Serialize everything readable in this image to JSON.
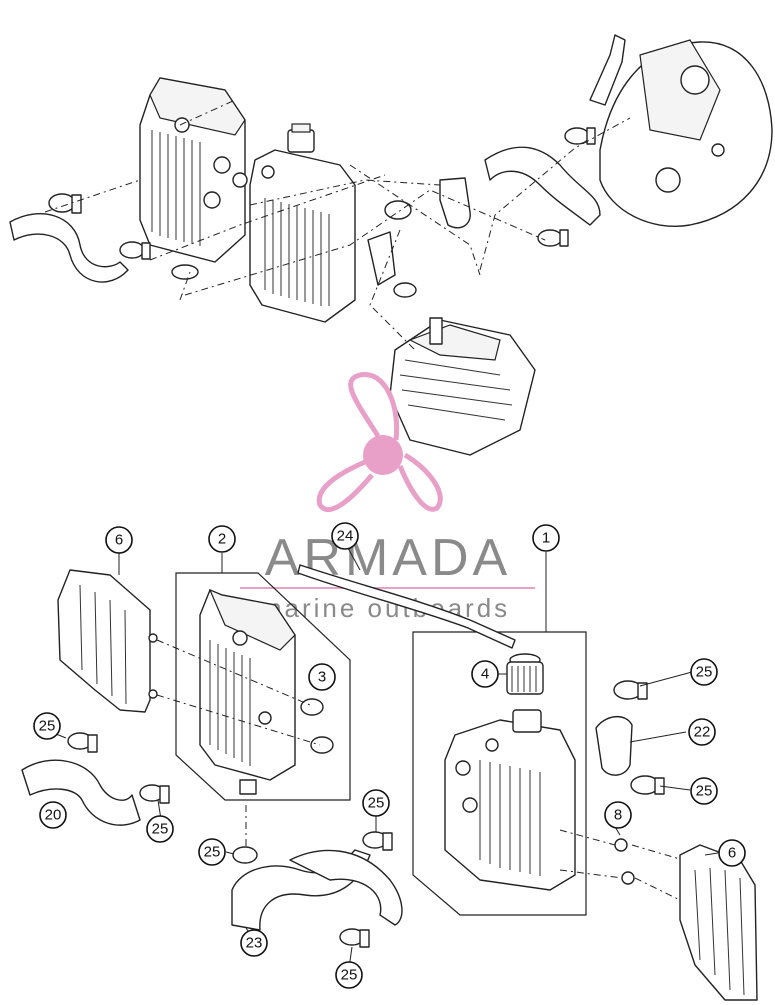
{
  "watermark": {
    "brand": "ARMADA",
    "tagline": "marine outboards",
    "accent_color": "#e8a0c8"
  },
  "callouts": [
    {
      "id": "c1",
      "number": "1"
    },
    {
      "id": "c2",
      "number": "2"
    },
    {
      "id": "c3",
      "number": "3"
    },
    {
      "id": "c4",
      "number": "4"
    },
    {
      "id": "c6a",
      "number": "6"
    },
    {
      "id": "c6b",
      "number": "6"
    },
    {
      "id": "c8",
      "number": "8"
    },
    {
      "id": "c20",
      "number": "20"
    },
    {
      "id": "c22",
      "number": "22"
    },
    {
      "id": "c23",
      "number": "23"
    },
    {
      "id": "c24",
      "number": "24"
    },
    {
      "id": "c25a",
      "number": "25"
    },
    {
      "id": "c25b",
      "number": "25"
    },
    {
      "id": "c25c",
      "number": "25"
    },
    {
      "id": "c25d",
      "number": "25"
    },
    {
      "id": "c25e",
      "number": "25"
    },
    {
      "id": "c25f",
      "number": "25"
    },
    {
      "id": "c25g",
      "number": "25"
    }
  ]
}
